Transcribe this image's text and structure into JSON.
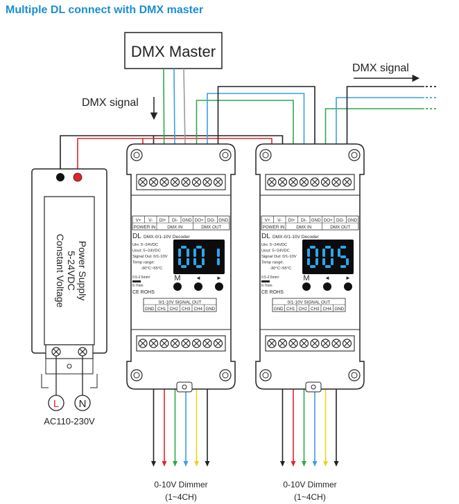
{
  "title": "Multiple DL connect with DMX master",
  "colors": {
    "title": "#1a8fd0",
    "black": "#222222",
    "red": "#e0242b",
    "green": "#2ea84a",
    "blue": "#3a9fe0",
    "yellow": "#f2d21a",
    "white_wire": "#9a9a9a",
    "display_bg": "#0c0c0c",
    "display_digits": "#29a8f0"
  },
  "dmx_master": {
    "label": "DMX Master"
  },
  "dmx_signal_left": {
    "label": "DMX signal"
  },
  "dmx_signal_right": {
    "label": "DMX signal"
  },
  "power_supply": {
    "line1": "Power Supply",
    "line2": "5-24VDC",
    "line3": "Constant Voltage",
    "input_l": "L",
    "input_n": "N",
    "input_label": "AC110-230V"
  },
  "decoders": [
    {
      "display": "001",
      "top_terminals": [
        "V+",
        "V-",
        "DI+",
        "DI-",
        "GND",
        "DO+",
        "DO-",
        "GND"
      ],
      "power_in": "POWER IN",
      "dmx_in": "DMX IN",
      "dmx_out": "DMX OUT",
      "brand": "DL",
      "model": "DMX-0/1-10V  Decoder",
      "specs": [
        "Uin: 5~24VDC",
        "Uout: 5~24VDC",
        "Signal Out: 0/1-10V",
        "Temp range:",
        "-30°C~55°C"
      ],
      "wire_spec": [
        "0.5-2.5mm²",
        "6-7mm"
      ],
      "cert": "CE ROHS",
      "buttons": [
        "M",
        "◄",
        "►"
      ],
      "signal_out": "0/1-10V SIGNAL OUT",
      "bottom_terminals": [
        "GND",
        "CH1",
        "CH2",
        "CH3",
        "CH4",
        "GND"
      ],
      "output_label": [
        "0-10V Dimmer",
        "(1~4CH)"
      ]
    },
    {
      "display": "005",
      "top_terminals": [
        "V+",
        "V-",
        "DI+",
        "DI-",
        "GND",
        "DO+",
        "DO-",
        "GND"
      ],
      "power_in": "POWER IN",
      "dmx_in": "DMX IN",
      "dmx_out": "DMX OUT",
      "brand": "DL",
      "model": "DMX-0/1-10V  Decoder",
      "specs": [
        "Uin: 5~24VDC",
        "Uout: 5~24VDC",
        "Signal Out: 0/1-10V",
        "Temp range:",
        "-30°C~55°C"
      ],
      "wire_spec": [
        "0.5-2.5mm²",
        "6-7mm"
      ],
      "cert": "CE ROHS",
      "buttons": [
        "M",
        "◄",
        "►"
      ],
      "signal_out": "0/1-10V SIGNAL OUT",
      "bottom_terminals": [
        "GND",
        "CH1",
        "CH2",
        "CH3",
        "CH4",
        "GND"
      ],
      "output_label": [
        "0-10V Dimmer",
        "(1~4CH)"
      ]
    }
  ]
}
